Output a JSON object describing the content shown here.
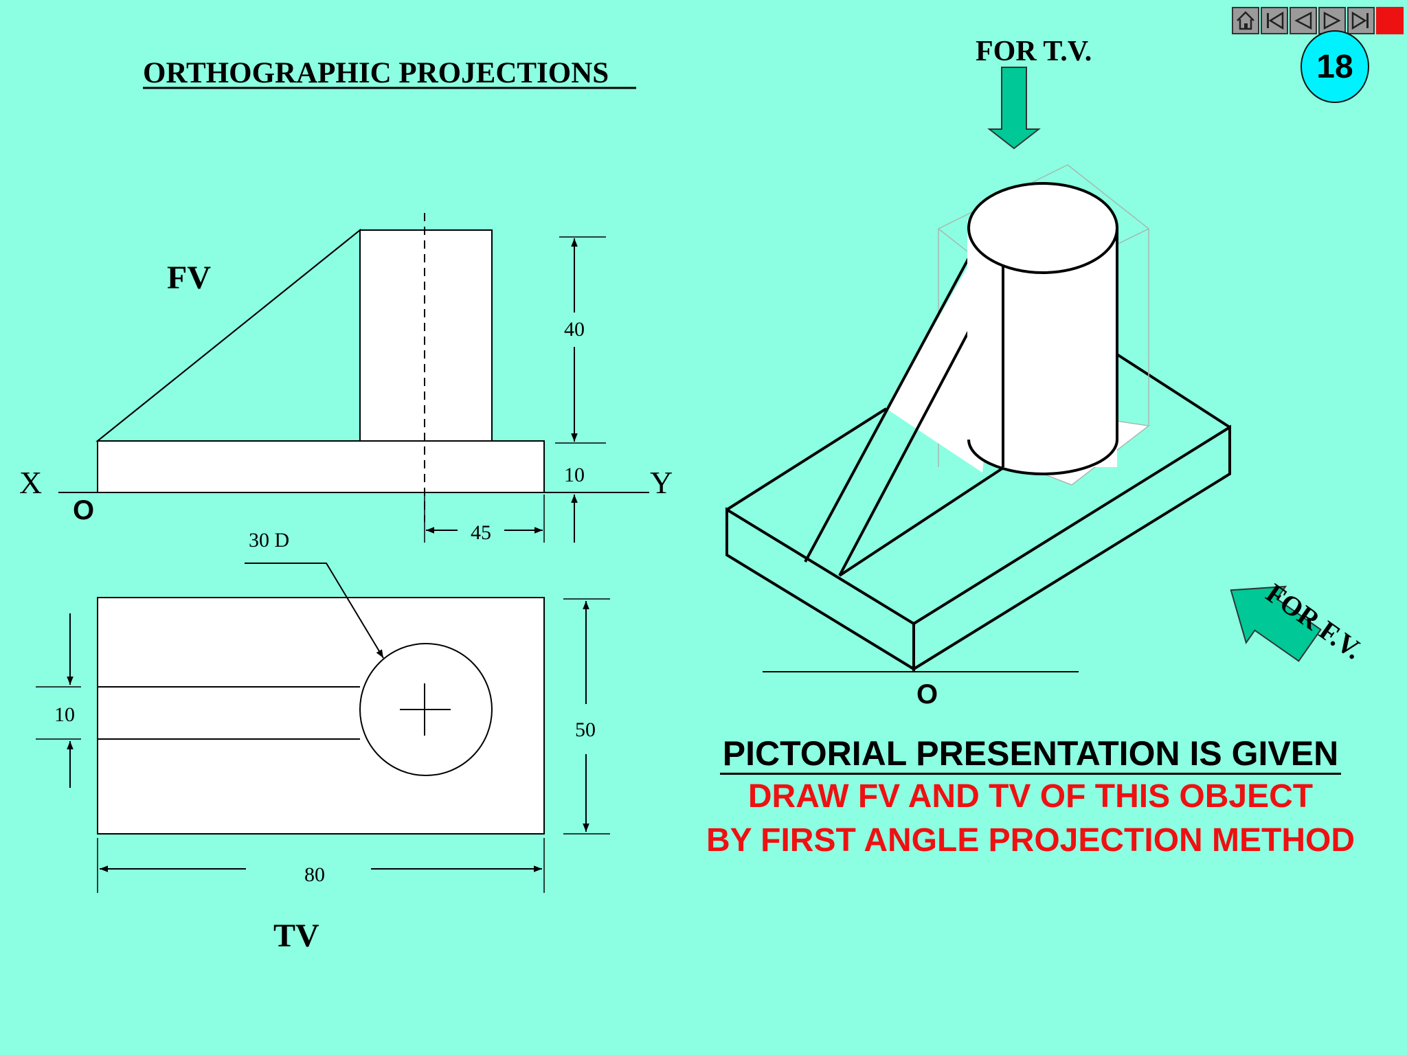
{
  "title": "ORTHOGRAPHIC PROJECTIONS",
  "page_number": "18",
  "nav": {
    "icons": [
      "home-icon",
      "first-slide-icon",
      "previous-slide-icon",
      "next-slide-icon",
      "last-slide-icon",
      "stop-icon"
    ]
  },
  "fv": {
    "label": "FV",
    "x_label": "X",
    "y_label": "Y",
    "origin": "O",
    "dim_height": "40",
    "dim_base": "10",
    "dim_offset": "45"
  },
  "tv": {
    "label": "TV",
    "hole_label": "30 D",
    "dim_width": "80",
    "dim_depth": "50",
    "dim_rib": "10"
  },
  "pictorial": {
    "for_tv": "FOR T.V.",
    "for_fv": "FOR F.V.",
    "origin": "O"
  },
  "captions": {
    "line1": "PICTORIAL PRESENTATION IS GIVEN",
    "line2": "DRAW FV AND TV OF THIS OBJECT",
    "line3": "BY FIRST ANGLE PROJECTION METHOD"
  },
  "colors": {
    "background": "#8cffe2",
    "arrow": "#00c896",
    "badge": "#00f2ff",
    "instruction_red": "#ee1111"
  }
}
